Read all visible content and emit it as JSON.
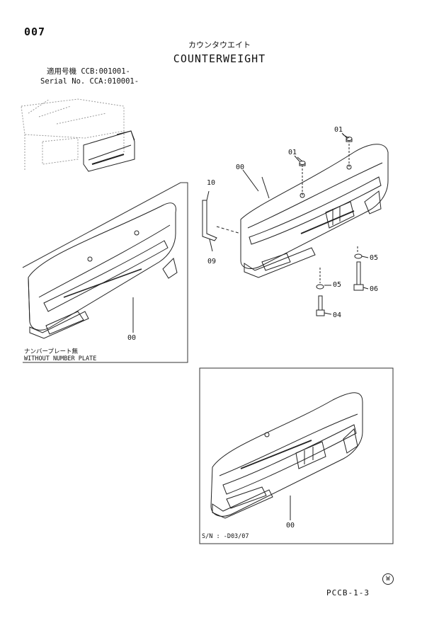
{
  "header": {
    "page_number": "007",
    "title_jp": "カウンタウエイト",
    "title_en": "COUNTERWEIGHT",
    "applicable_model": "適用号機  CCB:001001-",
    "serial_no": "Serial No. CCA:010001-"
  },
  "callouts": {
    "c01_right": "01",
    "c01_left": "01",
    "c00_main": "00",
    "c10": "10",
    "c09": "09",
    "c05_upper": "05",
    "c05_lower": "05",
    "c06": "06",
    "c04": "04",
    "c00_inset_left": "00",
    "c00_inset_bottom": "00"
  },
  "captions": {
    "no_plate_jp": "ナンバープレート無",
    "no_plate_en": "WITHOUT NUMBER PLATE",
    "serial_range": "S/N : -D03/07"
  },
  "footer": {
    "code": "PCCB-1-3",
    "mark": "W"
  }
}
